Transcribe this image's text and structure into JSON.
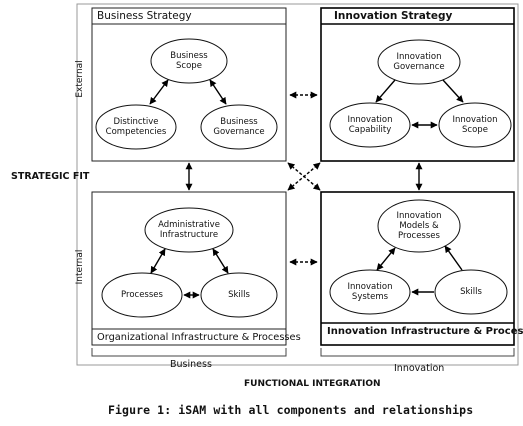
{
  "quadrants": {
    "business_strategy": {
      "title": "Business Strategy",
      "nodes": {
        "scope": [
          "Business",
          "Scope"
        ],
        "competencies": [
          "Distinctive",
          "Competencies"
        ],
        "governance": [
          "Business",
          "Governance"
        ]
      }
    },
    "innovation_strategy": {
      "title": "Innovation Strategy",
      "nodes": {
        "governance": [
          "Innovation",
          "Governance"
        ],
        "capability": [
          "Innovation",
          "Capability"
        ],
        "scope": [
          "Innovation",
          "Scope"
        ]
      }
    },
    "organizational_infrastructure": {
      "title": "Organizational Infrastructure & Processes",
      "nodes": {
        "administrative": [
          "Administrative",
          "Infrastructure"
        ],
        "processes": [
          "Processes"
        ],
        "skills": [
          "Skills"
        ]
      }
    },
    "innovation_infrastructure": {
      "title": "Innovation Infrastructure & Process",
      "nodes": {
        "models": [
          "Innovation",
          "Models &",
          "Processes"
        ],
        "systems": [
          "Innovation",
          "Systems"
        ],
        "skills": [
          "Skills"
        ]
      }
    }
  },
  "labels": {
    "external": "External",
    "internal": "Internal",
    "strategic_fit": "STRATEGIC FIT",
    "business": "Business",
    "innovation": "Innovation",
    "functional_integration": "FUNCTIONAL INTEGRATION"
  },
  "caption": "Figure 1: iSAM with all components and relationships"
}
